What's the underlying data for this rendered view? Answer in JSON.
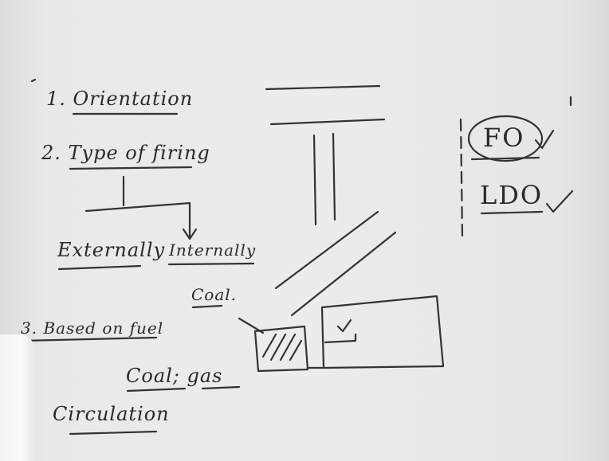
{
  "board": {
    "items": {
      "orientation": "1. Orientation",
      "type_of_firing": "2. Type of firing",
      "externally": "Externally",
      "internally": "Internally",
      "coal_top": "Coal.",
      "based_on_fuel": "3. Based on fuel",
      "coal_gas": "Coal; gas",
      "circulation": "Circulation",
      "fo": "FO",
      "ldo": "LDO"
    }
  }
}
